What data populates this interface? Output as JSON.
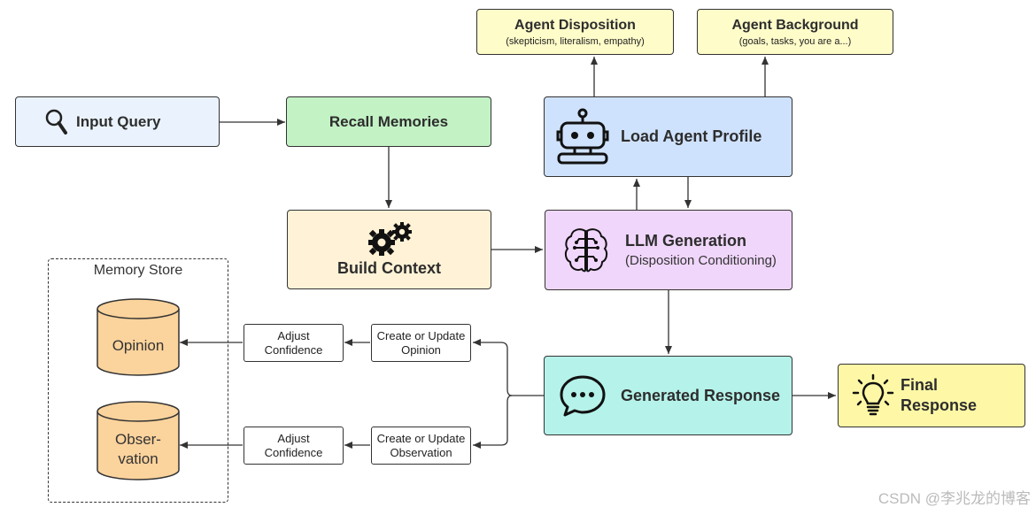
{
  "input_query": {
    "label": "Input Query"
  },
  "recall_memories": {
    "label": "Recall Memories"
  },
  "build_context": {
    "label": "Build Context"
  },
  "agent_disposition": {
    "title": "Agent Disposition",
    "sub": "(skepticism, literalism, empathy)"
  },
  "agent_background": {
    "title": "Agent Background",
    "sub": "(goals, tasks, you are a...)"
  },
  "load_agent_profile": {
    "label": "Load Agent Profile"
  },
  "llm_generation": {
    "title": "LLM Generation",
    "sub": "(Disposition Conditioning)"
  },
  "generated_response": {
    "label": "Generated Response"
  },
  "final_response": {
    "line1": "Final",
    "line2": "Response"
  },
  "memory_store": {
    "title": "Memory Store",
    "opinion": "Opinion",
    "observation_line1": "Obser-",
    "observation_line2": "vation"
  },
  "opinion_flow": {
    "adjust_line1": "Adjust",
    "adjust_line2": "Confidence",
    "update_line1": "Create or Update",
    "update_line2": "Opinion"
  },
  "observation_flow": {
    "adjust_line1": "Adjust",
    "adjust_line2": "Confidence",
    "update_line1": "Create or Update",
    "update_line2": "Observation"
  },
  "watermark": "CSDN @李兆龙的博客",
  "colors": {
    "input_query": "#eaf3fd",
    "recall": "#c3f2c5",
    "build": "#fff2d6",
    "agent_note": "#fefcc9",
    "profile": "#cfe2fd",
    "llm": "#f0d6fb",
    "response": "#b5f2ea",
    "final": "#fef8a6",
    "cylinder": "#fbd39c"
  }
}
